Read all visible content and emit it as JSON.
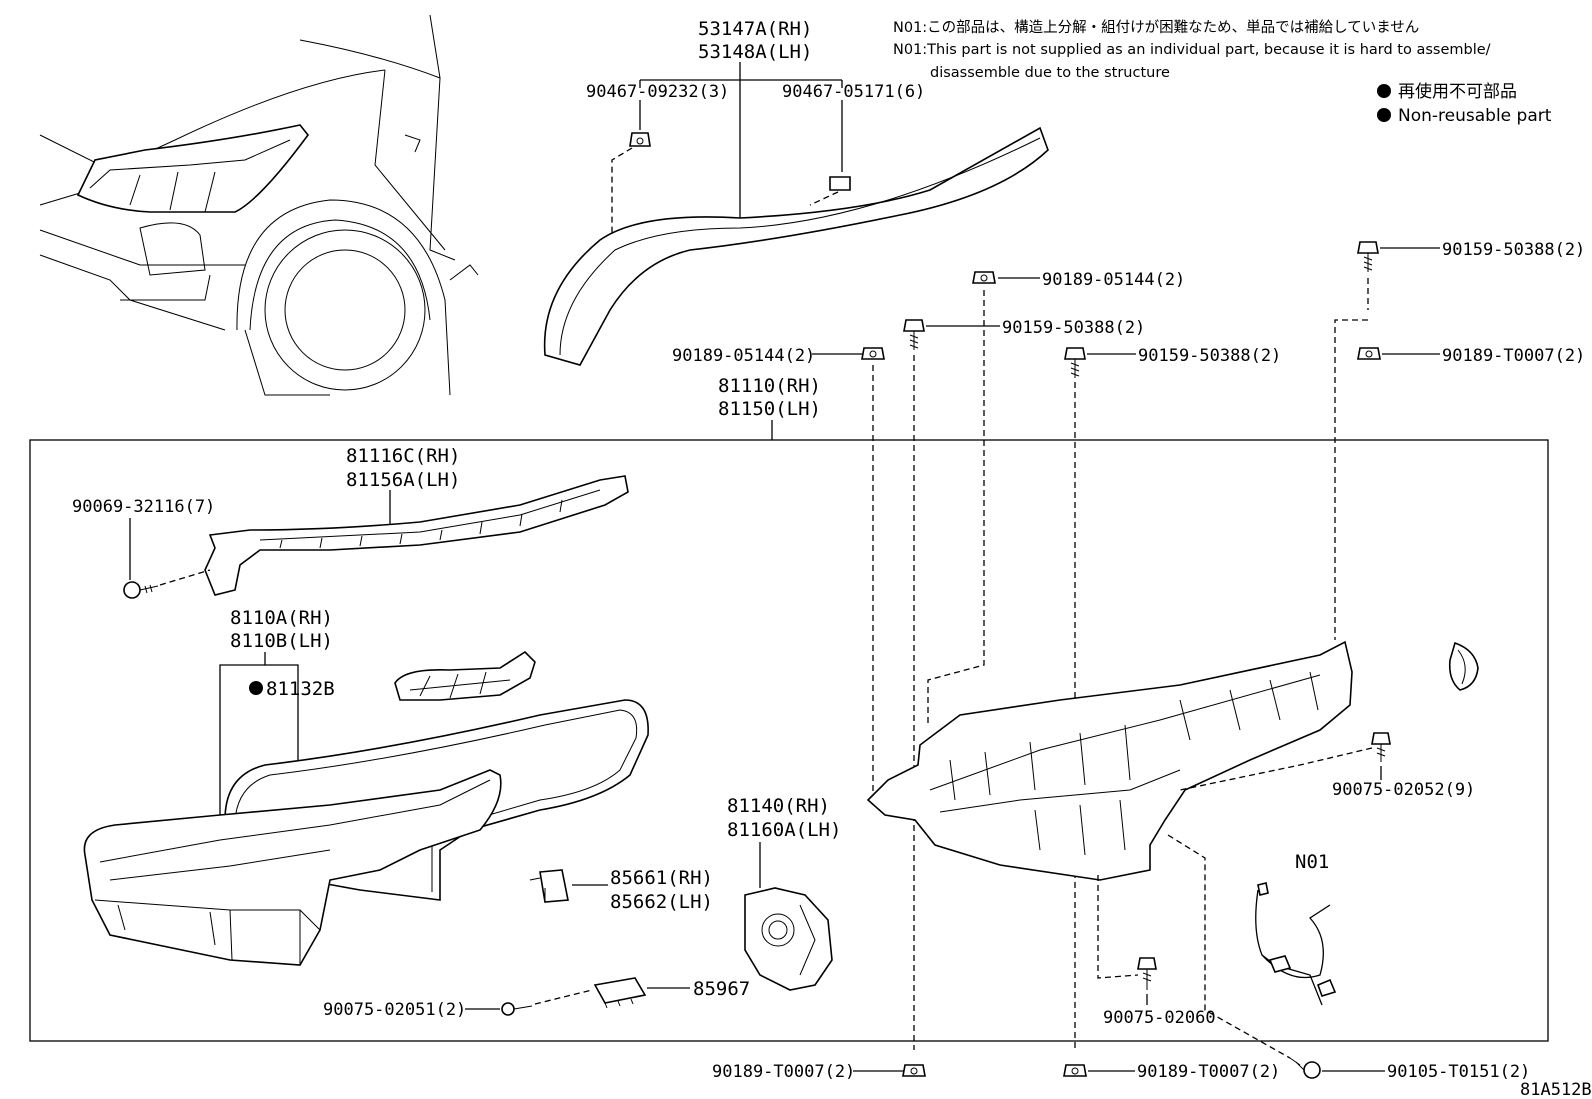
{
  "notes": {
    "n01_ja": "N01:この部品は、構造上分解・組付けが困難なため、単品では補給していません",
    "n01_en_line1": "N01:This part is not supplied as an individual part, because it is hard to assemble/",
    "n01_en_line2": "disassemble due to the structure"
  },
  "legend": {
    "ja": "再使用不可部品",
    "en": "Non-reusable part"
  },
  "labels": {
    "p53147a": "53147A(RH)",
    "p53148a": "53148A(LH)",
    "p90467_09232": "90467-09232(3)",
    "p90467_05171": "90467-05171(6)",
    "p90189_05144_a": "90189-05144(2)",
    "p90159_50388_a": "90159-50388(2)",
    "p90159_50388_b": "90159-50388(2)",
    "p90159_50388_c": "90159-50388(2)",
    "p90189_t0007_a": "90189-T0007(2)",
    "p90189_05144_b": "90189-05144(2)",
    "p81110": "81110(RH)",
    "p81150": "81150(LH)",
    "p81116c": "81116C(RH)",
    "p81156a": "81156A(LH)",
    "p90069_32116": "90069-32116(7)",
    "p8110a": "8110A(RH)",
    "p8110b": "8110B(LH)",
    "p81132b": "81132B",
    "p81140": "81140(RH)",
    "p81160a": "81160A(LH)",
    "p85661": "85661(RH)",
    "p85662": "85662(LH)",
    "p85967": "85967",
    "p90075_02051": "90075-02051(2)",
    "p90075_02052": "90075-02052(9)",
    "p90075_02060": "90075-02060",
    "n01": "N01",
    "p90189_t0007_b": "90189-T0007(2)",
    "p90189_t0007_c": "90189-T0007(2)",
    "p90105_t0151": "90105-T0151(2)"
  },
  "diagram_code": "81A512B"
}
